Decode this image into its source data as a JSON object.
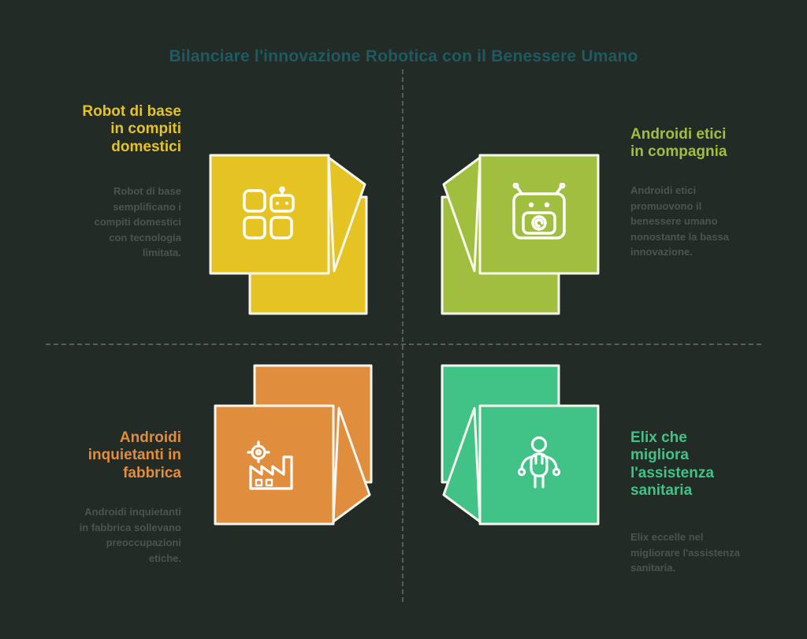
{
  "title": "Bilanciare l'innovazione Robotica con il Benessere Umano",
  "colors": {
    "background": "#222b25",
    "title": "#1f5a60",
    "description_text": "#4a554e",
    "divider": "#575d57",
    "quadrant_yellow": "#e4c322",
    "quadrant_lime": "#a1bf3f",
    "quadrant_orange": "#e08e3e",
    "quadrant_emerald": "#41c287"
  },
  "quadrants": [
    {
      "position": "top-left",
      "heading": "Robot di base\nin compiti\ndomestici",
      "description": "Robot di base\nsemplificano i\ncompiti domestici\ncon tecnologia\nlimitata.",
      "color": "#e4c322",
      "icon": "apps-robot-icon"
    },
    {
      "position": "top-right",
      "heading": "Androidi etici\nin compagnia",
      "description": "Androidi etici\npromuovono il\nbenessere umano\nnonostante la bassa\ninnovazione.",
      "color": "#a1bf3f",
      "icon": "robot-face-icon"
    },
    {
      "position": "bottom-left",
      "heading": "Androidi\ninquietanti in\nfabbrica",
      "description": "Androidi inquietanti\nin fabbrica sollevano\npreoccupazioni\netiche.",
      "color": "#e08e3e",
      "icon": "factory-icon"
    },
    {
      "position": "bottom-right",
      "heading": "Elix che\nmigliora\nl'assistenza\nsanitaria",
      "description": "Elix eccelle nel\nmigliorare l'assistenza\nsanitaria.",
      "color": "#41c287",
      "icon": "caregiver-icon"
    }
  ]
}
